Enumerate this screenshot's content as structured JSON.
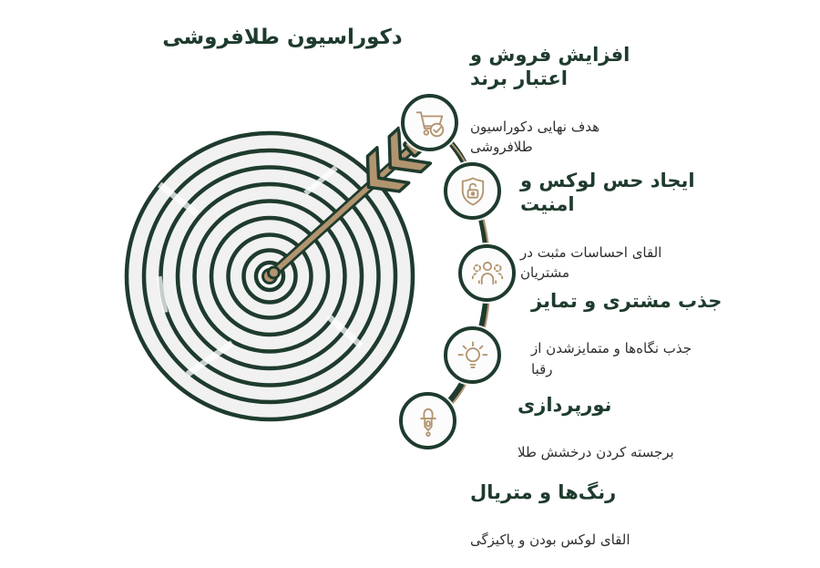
{
  "title": "دکوراسیون طلافروشی",
  "colors": {
    "dark_green": "#1e3b2d",
    "tan": "#b2946f",
    "ring_fill": "#f1f1f1",
    "body_text": "#2e2e2e",
    "background": "#ffffff"
  },
  "illustration": {
    "name": "dart-target-with-arrow"
  },
  "items": [
    {
      "icon": "cart-check-icon",
      "heading": "افزایش فروش و\nاعتبار برند",
      "description": "هدف نهایی دکوراسیون\nطلافروشی"
    },
    {
      "icon": "shield-lock-icon",
      "heading": "ایجاد حس لوکس و\nامنیت",
      "description": "القای احساسات مثبت در\nمشتریان"
    },
    {
      "icon": "customers-icon",
      "heading": "جذب مشتری و تمایز",
      "description": "جذب نگاه‌ها و متمایزشدن از\nرقبا"
    },
    {
      "icon": "lightbulb-icon",
      "heading": "نورپردازی",
      "description": "برجسته کردن درخشش طلا"
    },
    {
      "icon": "pendant-lamp-icon",
      "heading": "رنگ‌ها و متریال",
      "description": "القای لوکس بودن و پاکیزگی"
    }
  ]
}
